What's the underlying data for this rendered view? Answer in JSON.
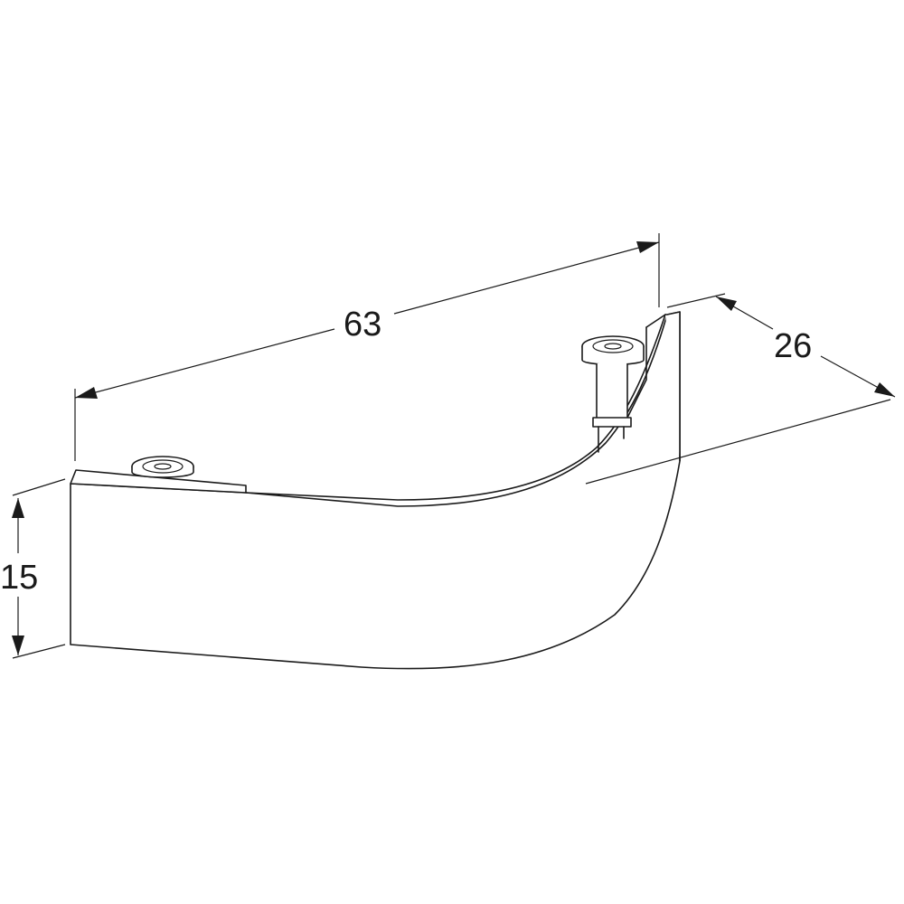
{
  "dimensions": {
    "width": "63",
    "depth": "26",
    "height": "15"
  }
}
